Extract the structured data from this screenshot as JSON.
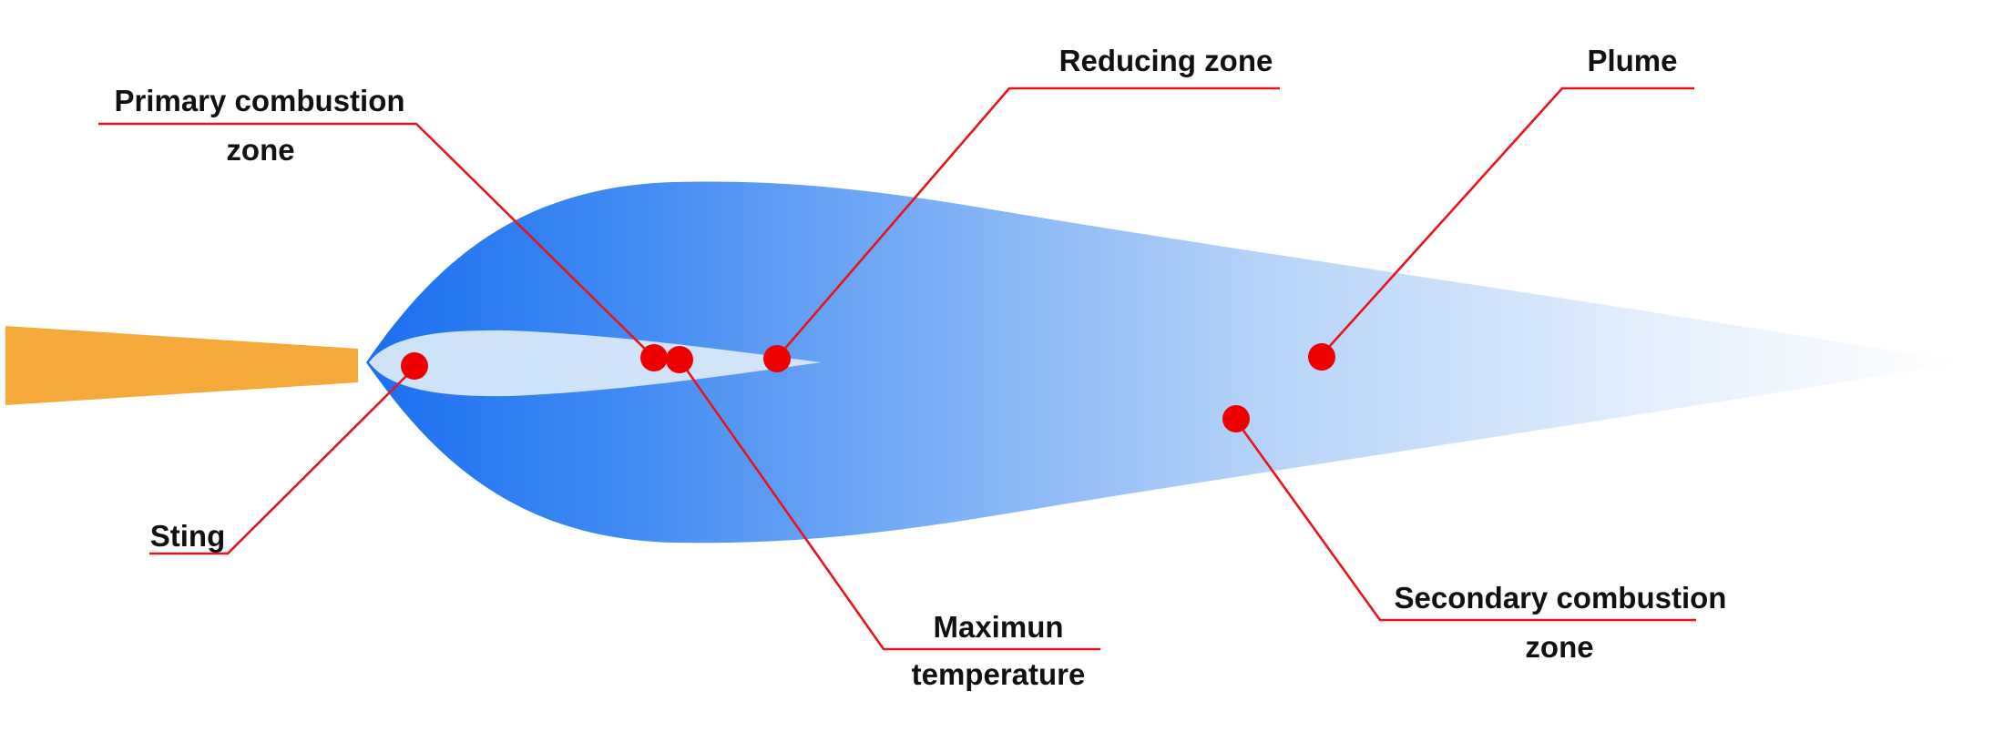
{
  "labels": {
    "primary_line1": "Primary combustion",
    "primary_line2": "zone",
    "reducing": "Reducing zone",
    "plume": "Plume",
    "sting": "Sting",
    "maximum_line1": "Maximun",
    "maximum_line2": "temperature",
    "secondary_line1": "Secondary combustion",
    "secondary_line2": "zone"
  },
  "colors": {
    "leader": "#e8141c",
    "marker": "#ee0000",
    "nozzle": "#f5a93a",
    "flame_dark": "#1a6ff0",
    "flame_light": "#ffffff",
    "core": "#d8e8f8"
  }
}
